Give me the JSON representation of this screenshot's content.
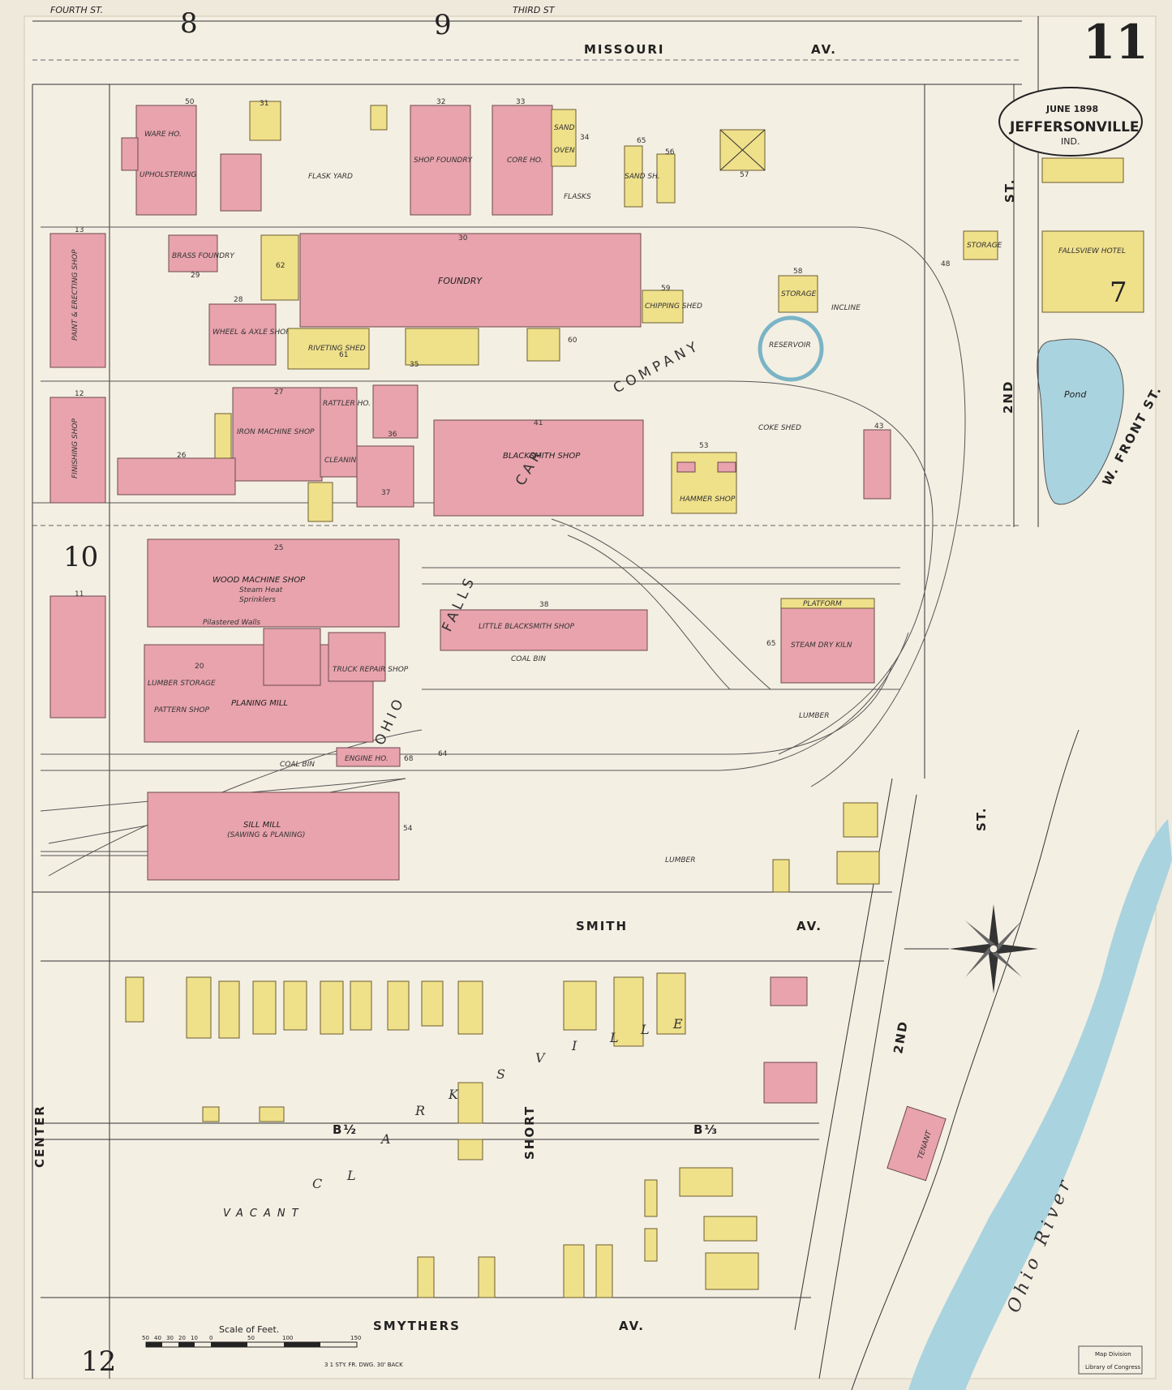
{
  "sheet": {
    "number": "11",
    "city": "JEFFERSONVILLE",
    "state": "IND.",
    "date": "JUNE 1898",
    "adjacent_sheets": {
      "top_left": "8",
      "top_mid": "9",
      "left": "10",
      "right": "7",
      "bottom_left": "12"
    },
    "stamp_line1": "Map Division",
    "stamp_line2": "Library of Congress"
  },
  "company": {
    "part1": "OHIO",
    "part2": "FALLS",
    "part3": "CAR",
    "part4": "COMPANY"
  },
  "streets": {
    "fourth_st": "FOURTH ST.",
    "third_st": "THIRD ST",
    "missouri": "MISSOURI",
    "missouri_av": "AV.",
    "smith": "SMITH",
    "smith_av": "AV.",
    "smythers": "SMYTHERS",
    "smythers_av": "AV.",
    "center": "CENTER",
    "short": "SHORT",
    "second_st_top": "2ND",
    "st_top": "ST.",
    "second_mid": "2ND",
    "st_mid": "ST.",
    "second_low": "2ND",
    "w_front": "W. FRONT ST.",
    "b_half": "B½",
    "b_third": "B⅓",
    "clark_letters": [
      "C",
      "L",
      "A",
      "R",
      "K",
      "S",
      "V",
      "I",
      "L",
      "L",
      "E"
    ]
  },
  "buildings": {
    "ware_ho": "WARE HO.",
    "upholstering": "UPHOLSTERING",
    "flask_yard": "FLASK YARD",
    "shop_foundry": "SHOP FOUNDRY",
    "core_ho": "CORE HO.",
    "sand": "SAND",
    "oven": "OVEN",
    "flasks": "FLASKS",
    "sand_sh": "SAND SH.",
    "foundry": "FOUNDRY",
    "brass_foundry": "BRASS FOUNDRY",
    "wheel_axle": "WHEEL & AXLE SHOP",
    "riveting_shed": "RIVETING SHED",
    "chipping_shed": "CHIPPING SHED",
    "storage": "STORAGE",
    "reservoir": "RESERVOIR",
    "incline": "INCLINE",
    "iron_machine_shop": "IRON MACHINE SHOP",
    "rattler_ho": "RATTLER HO.",
    "cleaning_ctg": "CLEANING",
    "blacksmith_shop": "BLACKSMITH SHOP",
    "coke_shed": "COKE SHED",
    "hammer_shop": "HAMMER SHOP",
    "falls_view_hotel": "FALLSVIEW HOTEL",
    "pond": "Pond",
    "wood_machine_shop": "WOOD MACHINE SHOP",
    "little_blacksmith": "LITTLE BLACKSMITH SHOP",
    "coal_bin": "COAL BIN",
    "steam_dry_kiln": "STEAM DRY KILN",
    "platform": "PLATFORM",
    "lumber": "LUMBER",
    "lumber_storage": "LUMBER STORAGE",
    "pattern_shop": "PATTERN SHOP",
    "planing_mill": "PLANING MILL",
    "truck_repair": "TRUCK REPAIR SHOP",
    "engine_ho": "ENGINE HO.",
    "coal_bin2": "COAL BIN",
    "sill_mill": "SILL MILL",
    "sill_mill_sub": "(SAWING & PLANING)",
    "tenant": "TENANT",
    "vacant": "VACANT",
    "lumber_16": "LUMBER",
    "pilastered_walls": "Pilastered Walls",
    "sprinklers": "Sprinklers",
    "steam_heat": "Steam Heat",
    "paint_erecting": "PAINT & ERECTING SHOP",
    "finishing": "FINISHING SHOP"
  },
  "water": {
    "ohio_river": "Ohio River"
  },
  "scale": {
    "title": "Scale of Feet.",
    "ticks": [
      "50",
      "40",
      "30",
      "20",
      "10",
      "0",
      "50",
      "100",
      "150"
    ],
    "footnote": "3 1 STY. FR. DWG. 30' BACK"
  },
  "numbers": [
    "50",
    "31",
    "32",
    "33",
    "34",
    "65",
    "56",
    "57",
    "13",
    "30",
    "62",
    "29",
    "28",
    "59",
    "60",
    "61",
    "35",
    "27",
    "36",
    "41",
    "53",
    "43",
    "12",
    "26",
    "37",
    "25",
    "38",
    "65",
    "11",
    "20",
    "68",
    "64",
    "54",
    "48",
    "58"
  ],
  "colors": {
    "brick": "#e8a3ad",
    "frame": "#efe08a",
    "water": "#a9d3df",
    "paper": "#efe9dc"
  }
}
